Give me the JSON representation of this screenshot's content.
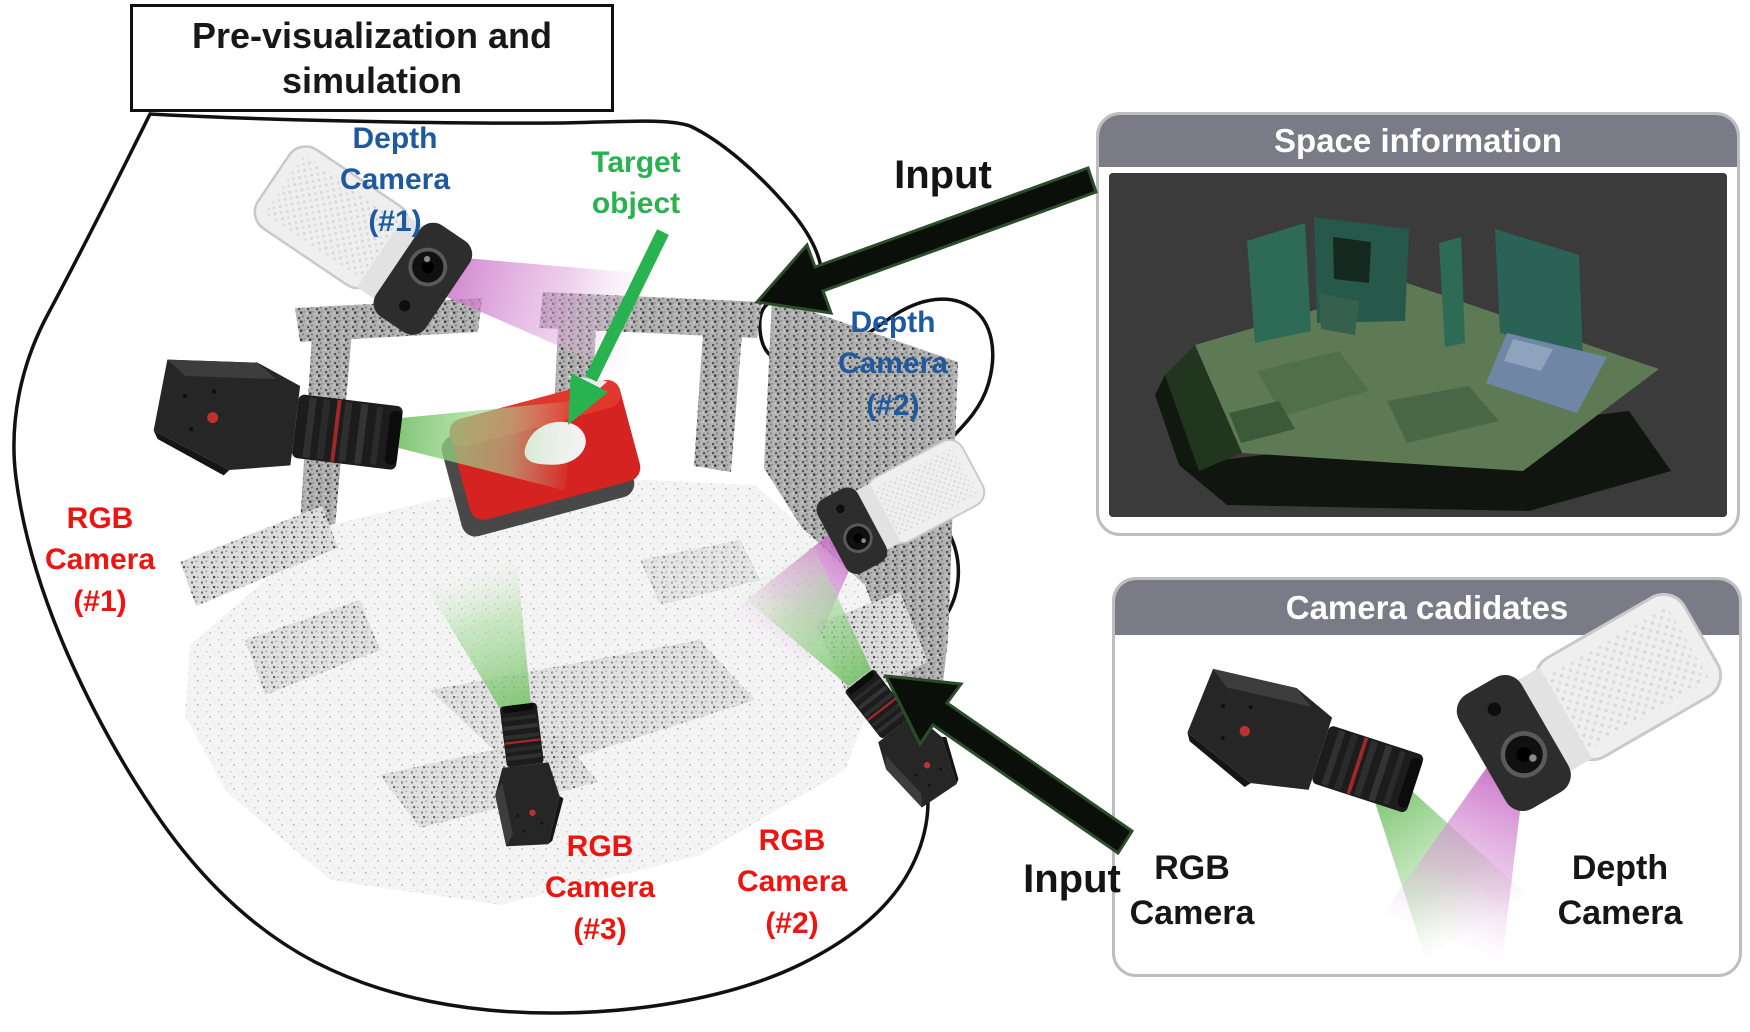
{
  "title": "Pre-visualization and simulation",
  "colors": {
    "depth_label": "#1E5AA0",
    "rgb_label": "#EE1511",
    "target_label": "#29B250",
    "input_label": "#141414",
    "panel_header_bg": "#7B7B87",
    "panel_header_text": "#FFFFFF",
    "beam_green": "#8CCB7E",
    "beam_magenta": "#CC70C8",
    "target_object_red": "#D42320",
    "arrow_fill": "#0B0F0A",
    "arrow_outline": "#2A4D2A"
  },
  "scene": {
    "depth_camera_1": {
      "line1": "Depth",
      "line2": "Camera",
      "line3": "(#1)"
    },
    "depth_camera_2": {
      "line1": "Depth",
      "line2": "Camera",
      "line3": "(#2)"
    },
    "rgb_camera_1": {
      "line1": "RGB",
      "line2": "Camera",
      "line3": "(#1)"
    },
    "rgb_camera_2": {
      "line1": "RGB",
      "line2": "Camera",
      "line3": "(#2)"
    },
    "rgb_camera_3": {
      "line1": "RGB",
      "line2": "Camera",
      "line3": "(#3)"
    },
    "target_object": {
      "line1": "Target",
      "line2": "object"
    },
    "input_top": "Input",
    "input_bottom": "Input"
  },
  "panels": {
    "space_information": {
      "header": "Space information"
    },
    "camera_candidates": {
      "header": "Camera cadidates",
      "rgb_camera": {
        "line1": "RGB",
        "line2": "Camera"
      },
      "depth_camera": {
        "line1": "Depth",
        "line2": "Camera"
      }
    }
  }
}
